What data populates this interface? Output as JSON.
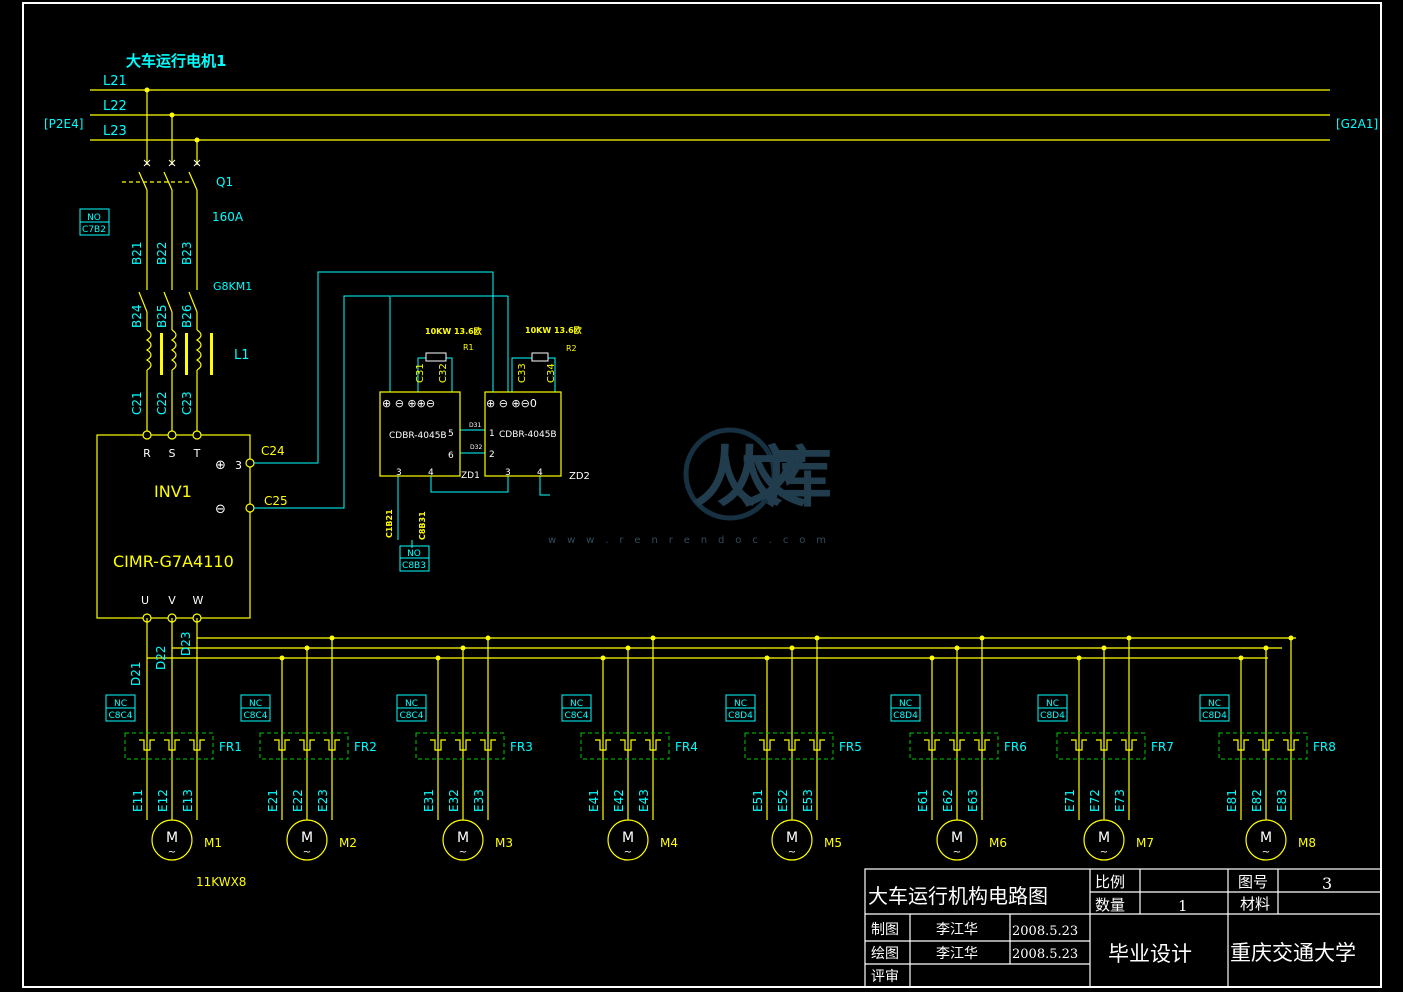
{
  "drawing": {
    "title": "大车运行电机1",
    "bus_left_ref": "[P2E4]",
    "bus_right_ref": "[G2A1]",
    "bus_lines": [
      "L21",
      "L22",
      "L23"
    ],
    "breaker": {
      "label": "Q1",
      "rating": "160A"
    },
    "no_box_top": [
      "NO",
      "C7B2"
    ],
    "breaker_out": [
      "B21",
      "B22",
      "B23"
    ],
    "contactor": {
      "label": "G8KM1"
    },
    "reactor_in": [
      "B24",
      "B25",
      "B26"
    ],
    "reactor_label": "L1",
    "reactor_out": [
      "C21",
      "C22",
      "C23"
    ],
    "inverter": {
      "name": "INV1",
      "model": "CIMR-G7A4110",
      "inputs": [
        "R",
        "S",
        "T"
      ],
      "outputs": [
        "U",
        "V",
        "W"
      ],
      "term3": "3"
    },
    "brake_wires": [
      "C24",
      "C25"
    ],
    "brake_units": [
      {
        "model": "CDBR-4045B",
        "id": "ZD1",
        "resistor": "10KW  13.6欧",
        "res_id": "R1",
        "terms": [
          "C31",
          "C32"
        ],
        "ports_right": [
          "5",
          "6"
        ],
        "ports_bottom": [
          "3",
          "4"
        ]
      },
      {
        "model": "CDBR-4045B",
        "id": "ZD2",
        "resistor": "10KW  13.6欧",
        "res_id": "R2",
        "terms": [
          "C33",
          "C34"
        ],
        "ports_left": [
          "1",
          "2"
        ],
        "ports_bottom": [
          "3",
          "4"
        ]
      }
    ],
    "link_labels": [
      "D31",
      "D32"
    ],
    "aux_wires": [
      "C1B21",
      "C8B31"
    ],
    "no_box_brake": [
      "NO",
      "C8B3"
    ],
    "motor_feed": [
      "D21",
      "D22",
      "D23"
    ],
    "motors": [
      {
        "fr": "FR1",
        "m": "M1",
        "nc": [
          "NC",
          "C8C4"
        ],
        "wires": [
          "E11",
          "E12",
          "E13"
        ]
      },
      {
        "fr": "FR2",
        "m": "M2",
        "nc": [
          "NC",
          "C8C4"
        ],
        "wires": [
          "E21",
          "E22",
          "E23"
        ]
      },
      {
        "fr": "FR3",
        "m": "M3",
        "nc": [
          "NC",
          "C8C4"
        ],
        "wires": [
          "E31",
          "E32",
          "E33"
        ]
      },
      {
        "fr": "FR4",
        "m": "M4",
        "nc": [
          "NC",
          "C8C4"
        ],
        "wires": [
          "E41",
          "E42",
          "E43"
        ]
      },
      {
        "fr": "FR5",
        "m": "M5",
        "nc": [
          "NC",
          "C8D4"
        ],
        "wires": [
          "E51",
          "E52",
          "E53"
        ]
      },
      {
        "fr": "FR6",
        "m": "M6",
        "nc": [
          "NC",
          "C8D4"
        ],
        "wires": [
          "E61",
          "E62",
          "E63"
        ]
      },
      {
        "fr": "FR7",
        "m": "M7",
        "nc": [
          "NC",
          "C8D4"
        ],
        "wires": [
          "E71",
          "E72",
          "E73"
        ]
      },
      {
        "fr": "FR8",
        "m": "M8",
        "nc": [
          "NC",
          "C8D4"
        ],
        "wires": [
          "E81",
          "E82",
          "E83"
        ]
      }
    ],
    "motor_symbol": "M",
    "motor_tilde": "~",
    "motor_rating": "11KWX8"
  },
  "watermark": {
    "text": "人人文库",
    "url": "w w w . r e n r e n d o c . c o m"
  },
  "title_block": {
    "drawing_name": "大车运行机构电路图",
    "scale_label": "比例",
    "qty_label": "数量",
    "qty_value": "1",
    "drawing_no_label": "图号",
    "drawing_no_value": "3",
    "material_label": "材料",
    "drafted_label": "制图",
    "drafted_by": "李江华",
    "drafted_date": "2008.5.23",
    "drawn_label": "绘图",
    "drawn_by": "李江华",
    "drawn_date": "2008.5.23",
    "review_label": "评审",
    "project": "毕业设计",
    "school": "重庆交通大学"
  },
  "colors": {
    "wire": "#ffff00",
    "text": "#00ffff",
    "green": "#00ff00",
    "white": "#ffffff",
    "dash": "#00cc00"
  }
}
